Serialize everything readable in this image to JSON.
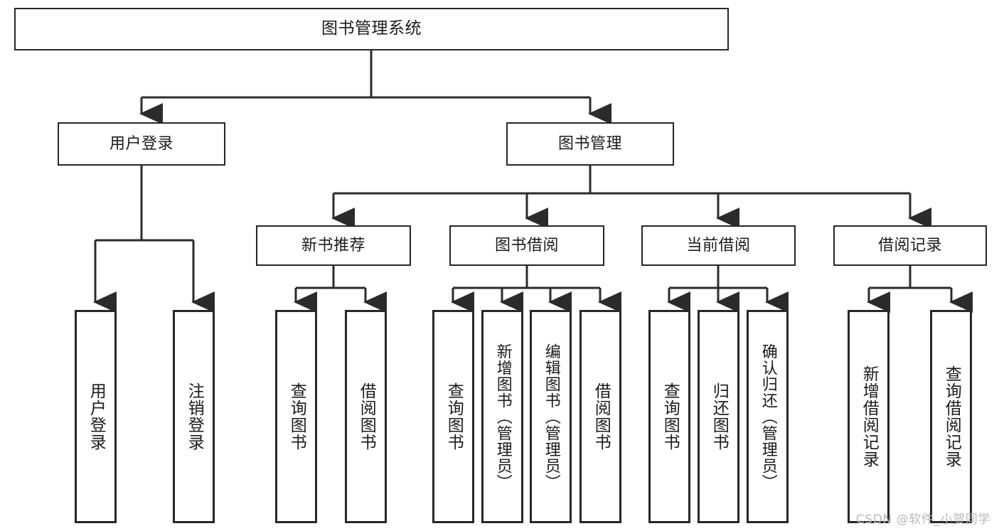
{
  "diagram": {
    "title": "图书管理系统",
    "type": "tree",
    "colors": {
      "node_border": "#272727",
      "node_fill": "#ffffff",
      "edge": "#2b2b2b",
      "text": "#1b1b1b",
      "watermark": "#b9b9b9",
      "background": "#ffffff"
    },
    "root": {
      "label": "图书管理系统"
    },
    "level2": [
      {
        "label": "用户登录"
      },
      {
        "label": "图书管理"
      }
    ],
    "level3": [
      {
        "label": "新书推荐"
      },
      {
        "label": "图书借阅"
      },
      {
        "label": "当前借阅"
      },
      {
        "label": "借阅记录"
      }
    ],
    "leaves": {
      "user_login": [
        {
          "label": "用户登录"
        },
        {
          "label": "注销登录"
        }
      ],
      "new_book_recommend": [
        {
          "label": "查询图书"
        },
        {
          "label": "借阅图书"
        }
      ],
      "book_borrow": [
        {
          "label": "查询图书"
        },
        {
          "label": "新增图书（管理员）"
        },
        {
          "label": "编辑图书（管理员）"
        },
        {
          "label": "借阅图书"
        }
      ],
      "current_borrow": [
        {
          "label": "查询图书"
        },
        {
          "label": "归还图书"
        },
        {
          "label": "确认归还（管理员）"
        }
      ],
      "borrow_record": [
        {
          "label": "新增借阅记录"
        },
        {
          "label": "查询借阅记录"
        }
      ]
    }
  },
  "watermark": {
    "text": "CSDN @软件_小贺同学"
  }
}
